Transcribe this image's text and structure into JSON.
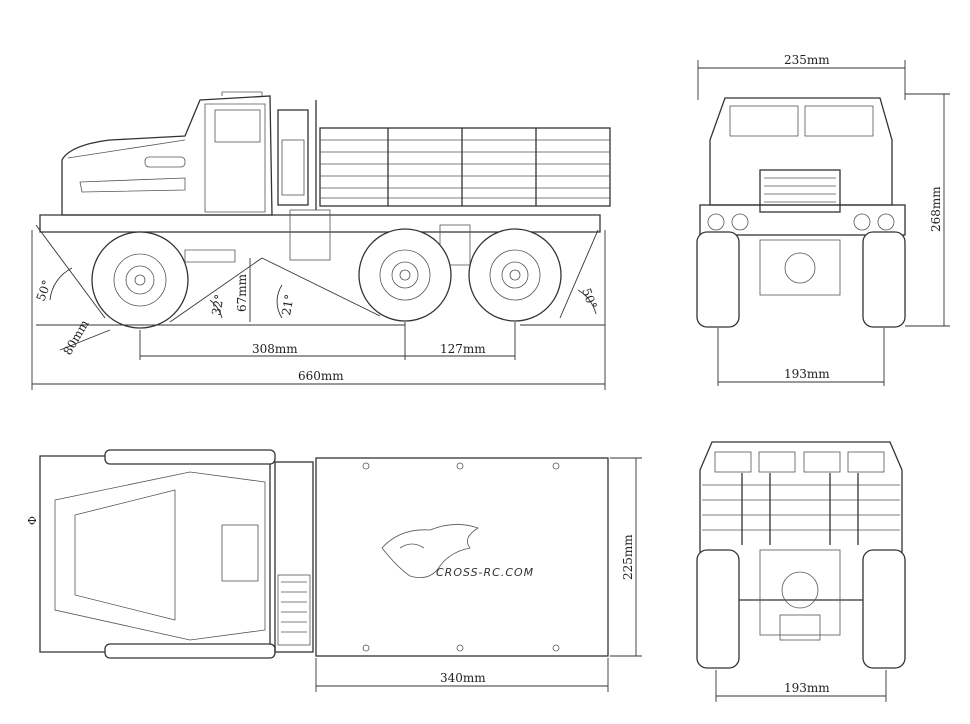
{
  "dimensions": {
    "side_angle_front": "50°",
    "side_angle_rear": "50°",
    "side_angle_32": "32°",
    "side_height_67": "67mm",
    "side_angle_21": "21°",
    "side_front_overhang": "80mm",
    "side_wheelbase_front": "308mm",
    "side_wheelbase_rear": "127mm",
    "side_length": "660mm",
    "front_width": "235mm",
    "front_height": "268mm",
    "front_track": "193mm",
    "top_bed_width": "225mm",
    "top_bed_length": "340mm",
    "rear_track": "193mm",
    "top_front_mark": "Φ"
  },
  "logo": {
    "text": "CROSS-RC.COM"
  }
}
